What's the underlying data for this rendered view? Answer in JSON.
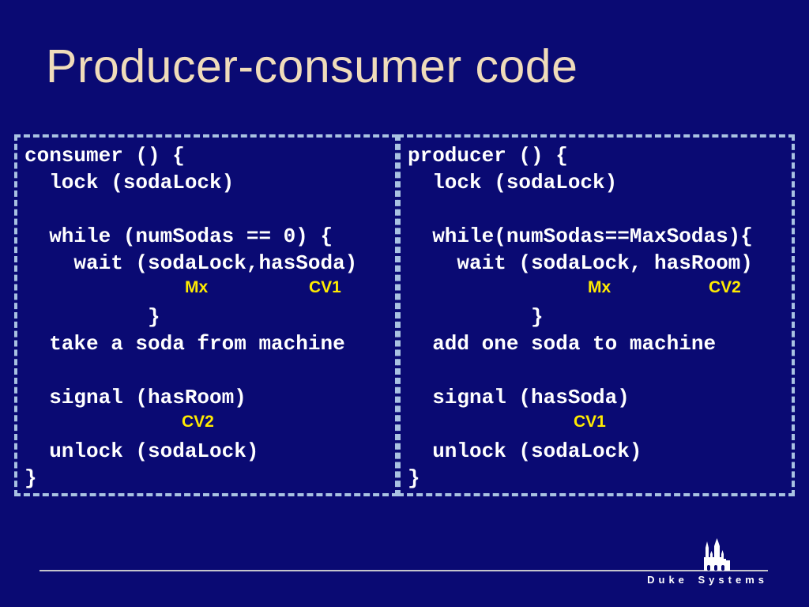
{
  "title": "Producer-consumer code",
  "consumer_box": {
    "lines": [
      "consumer () {",
      "  lock (sodaLock)",
      "",
      "  while (numSodas == 0) {",
      "    wait (sodaLock,hasSoda)",
      "  }",
      "",
      "  take a soda from machine",
      "",
      "  signal (hasRoom)",
      "",
      "  unlock (sodaLock)",
      "}"
    ],
    "annotations": {
      "mutex": "Mx",
      "wait_cv": "CV1",
      "signal_cv": "CV2"
    }
  },
  "producer_box": {
    "lines": [
      "producer () {",
      "  lock (sodaLock)",
      "",
      "  while(numSodas==MaxSodas){",
      "    wait (sodaLock, hasRoom)",
      "  }",
      "",
      "  add one soda to machine",
      "",
      "  signal (hasSoda)",
      "",
      "  unlock (sodaLock)",
      "}"
    ],
    "annotations": {
      "mutex": "Mx",
      "wait_cv": "CV2",
      "signal_cv": "CV1"
    }
  },
  "footer": {
    "brand": "Duke Systems",
    "icon": "duke-chapel"
  },
  "colors": {
    "background": "#0a0a73",
    "title_text": "#f0dcba",
    "box_border": "#a9c2e2",
    "code_text": "#ffffff",
    "annotation_text": "#ffeb00",
    "footer_line": "#c4c4cc",
    "footer_text": "#ffffff"
  }
}
